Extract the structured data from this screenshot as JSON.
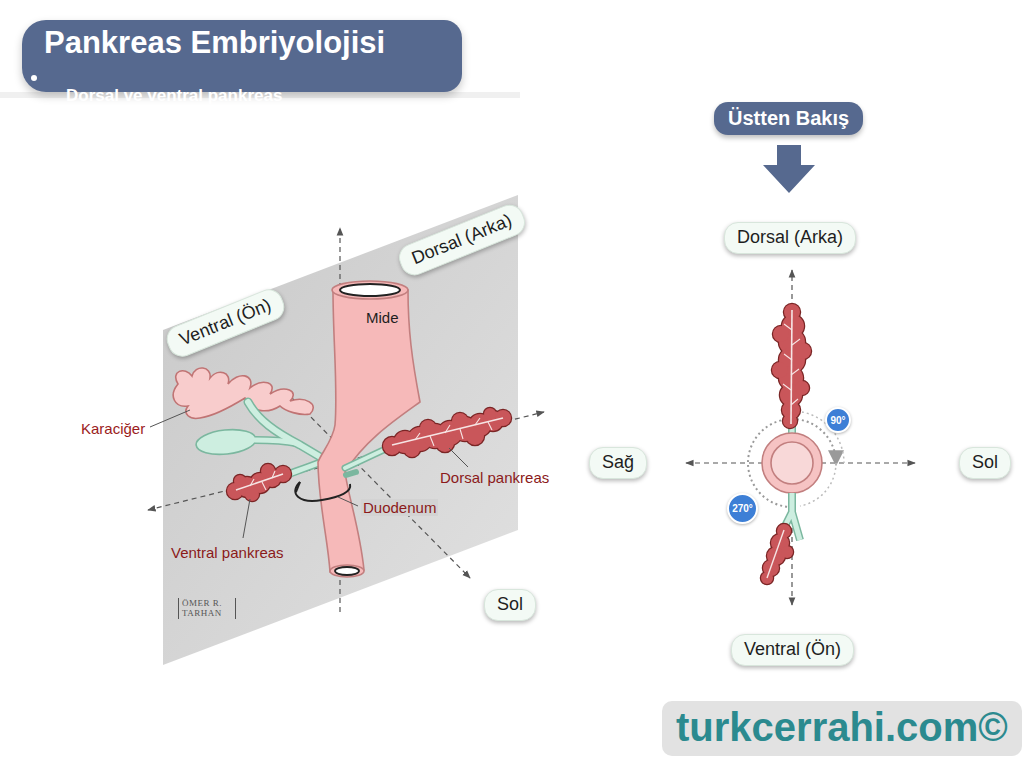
{
  "diagram": {
    "title": "Pankreas Embriyolojisi",
    "nodes": [
      {
        "text": [
          "Ventral (Ön)"
        ]
      },
      {
        "text": [
          "Dorsal (Arka)"
        ]
      },
      {
        "text": [
          "Sol"
        ]
      },
      {
        "text": [
          "Üstten Bakış"
        ]
      },
      {
        "text": [
          "Dorsal (Arka)"
        ]
      },
      {
        "text": [
          "Sağ"
        ]
      },
      {
        "text": [
          "Sol"
        ]
      },
      {
        "text": [
          "90°"
        ]
      },
      {
        "text": [
          "270°"
        ]
      },
      {
        "text": [
          "Ventral (Ön)"
        ]
      },
      {
        "text": [
          "turkcerrahi.com©"
        ]
      }
    ],
    "labels": [
      "Dorsal ve ventral pankreas",
      "Mide",
      "Karaciğer",
      "Dorsal pankreas",
      "Duodenum",
      "Ventral pankreas",
      "ÖMER R. TARHAN"
    ]
  }
}
